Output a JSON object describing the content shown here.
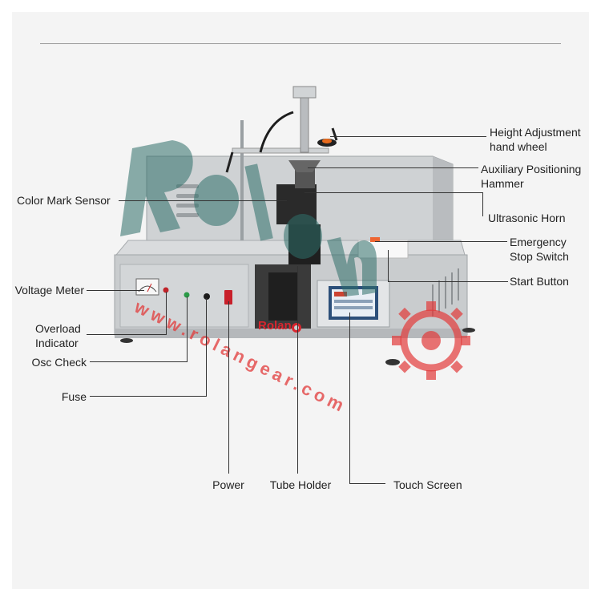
{
  "labels": {
    "height_adjustment": "Height Adjustment\nhand wheel",
    "auxiliary_positioning": "Auxiliary Positioning\nHammer",
    "color_mark_sensor": "Color Mark Sensor",
    "ultrasonic_horn": "Ultrasonic Horn",
    "emergency_stop": "Emergency\nStop Switch",
    "start_button": "Start Button",
    "voltage_meter": "Voltage Meter",
    "overload_indicator": "Overload\nIndicator",
    "osc_check": "Osc Check",
    "fuse": "Fuse",
    "power": "Power",
    "tube_holder": "Tube Holder",
    "touch_screen": "Touch Screen"
  },
  "branding": {
    "logo_text": "Rolan",
    "watermark_big": "Rolan",
    "watermark_url": "www.rolangear.com"
  },
  "colors": {
    "watermark_teal": "#2f6f6a",
    "watermark_red": "#e23a3a",
    "machine_steel": "#c9ccce",
    "machine_dark": "#2a2a2a"
  }
}
